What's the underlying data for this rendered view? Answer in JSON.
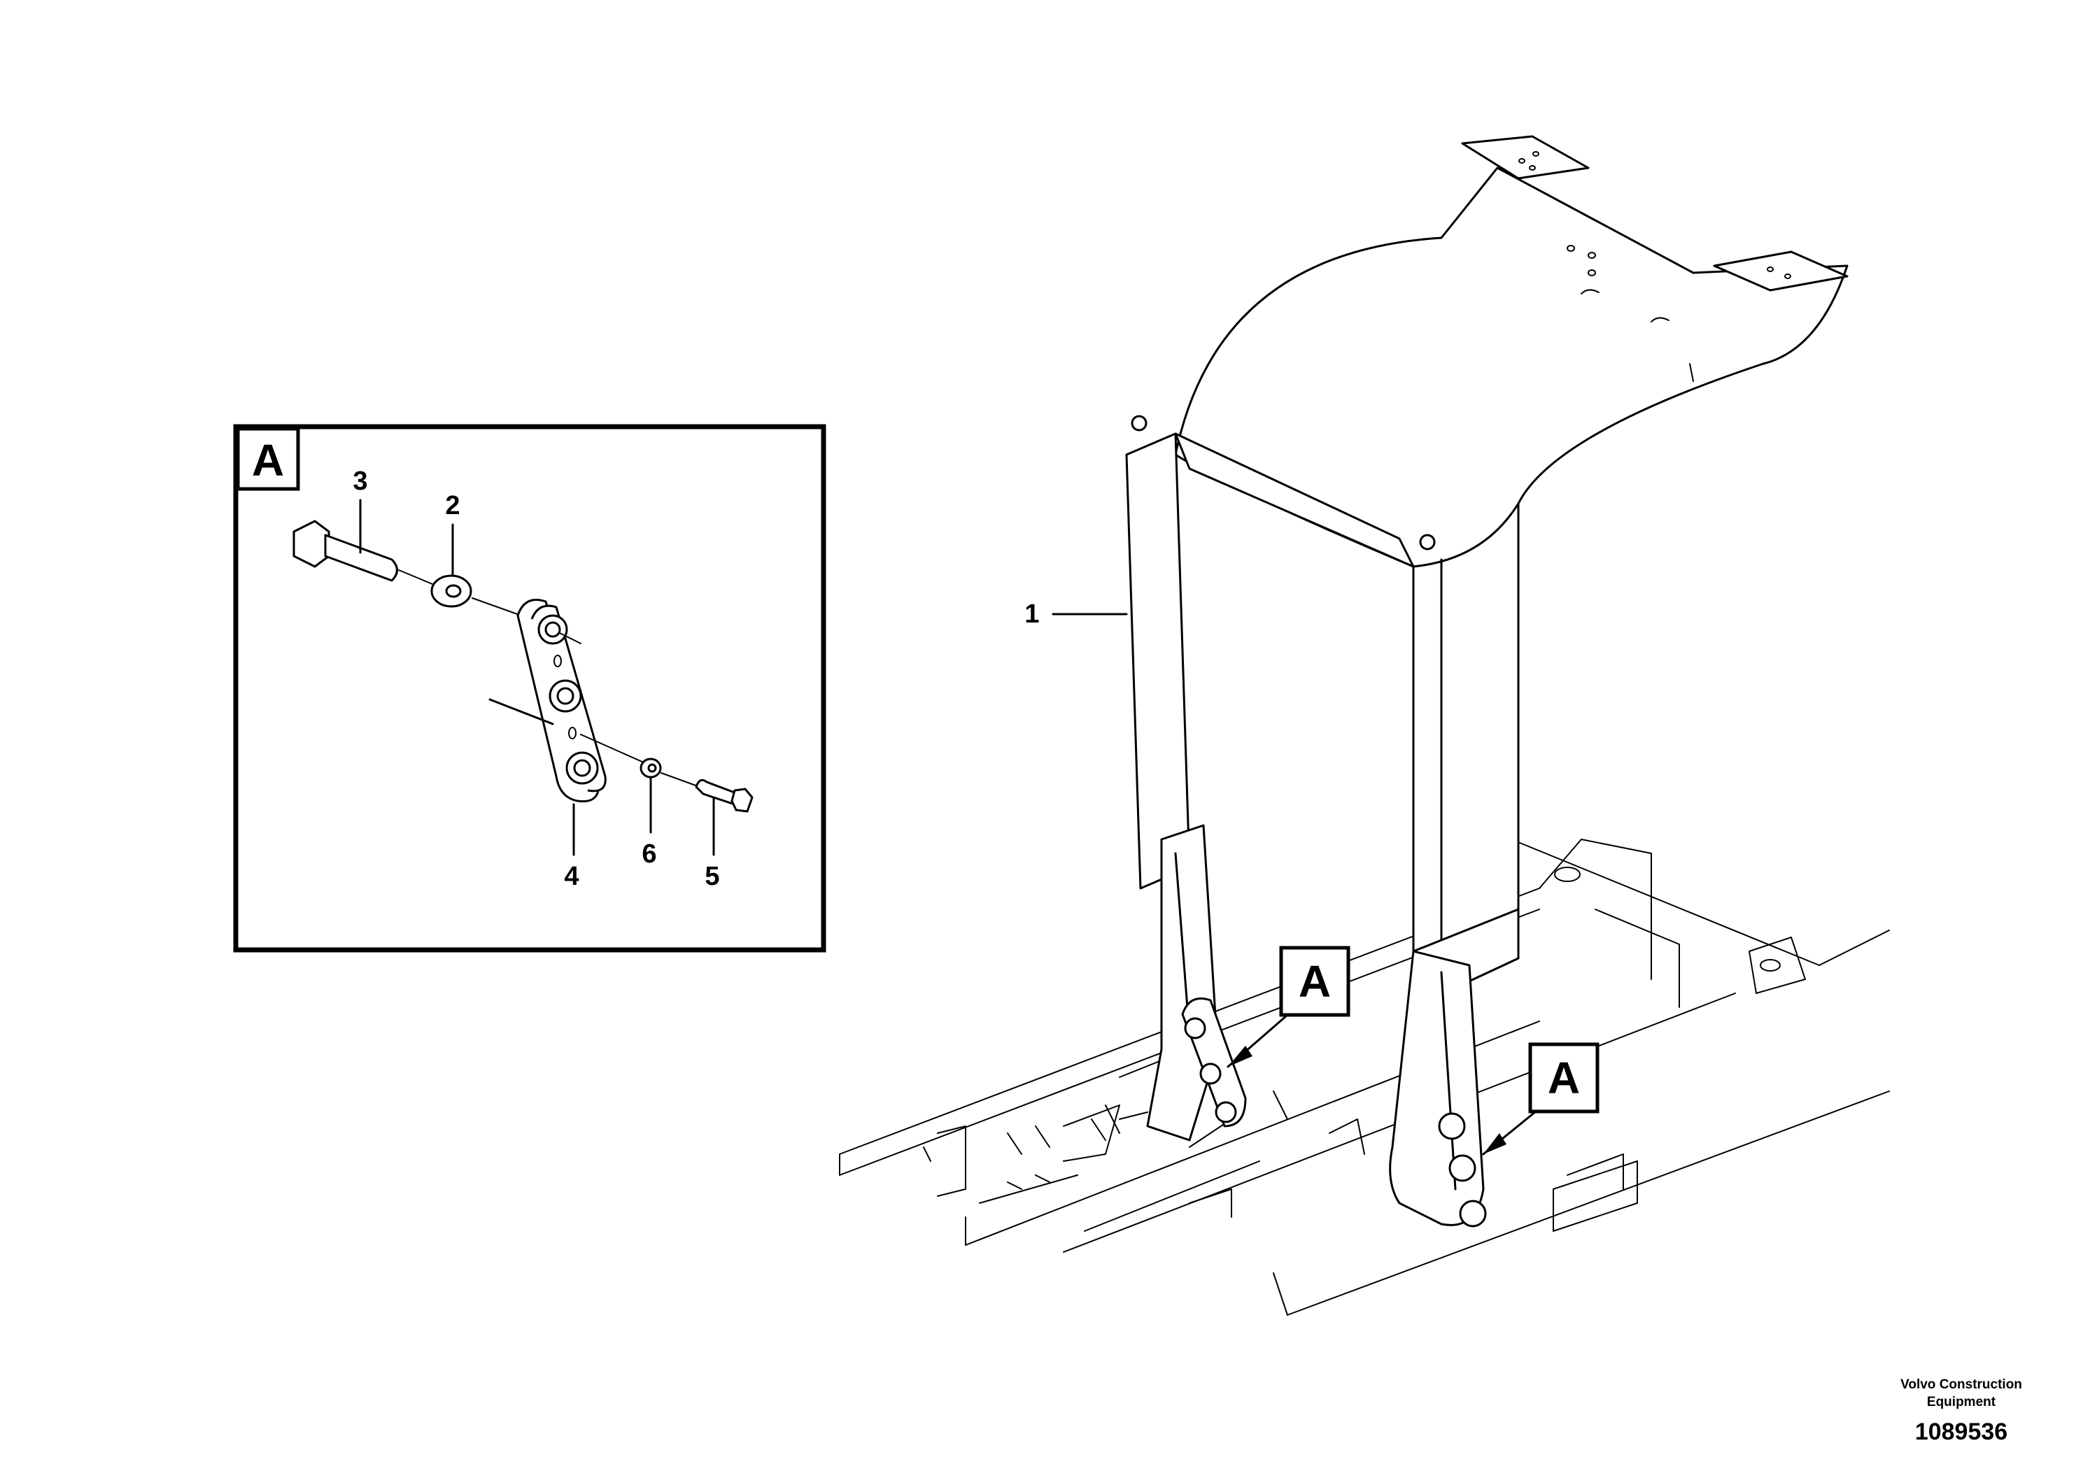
{
  "detail_view": {
    "label": "A",
    "callouts": {
      "c2": "2",
      "c3": "3",
      "c4": "4",
      "c5": "5",
      "c6": "6"
    }
  },
  "main_view": {
    "callouts": {
      "c1": "1"
    },
    "view_markers": {
      "left": "A",
      "right": "A"
    }
  },
  "footer": {
    "company_line1": "Volvo Construction",
    "company_line2": "Equipment",
    "document_number": "1089536"
  }
}
